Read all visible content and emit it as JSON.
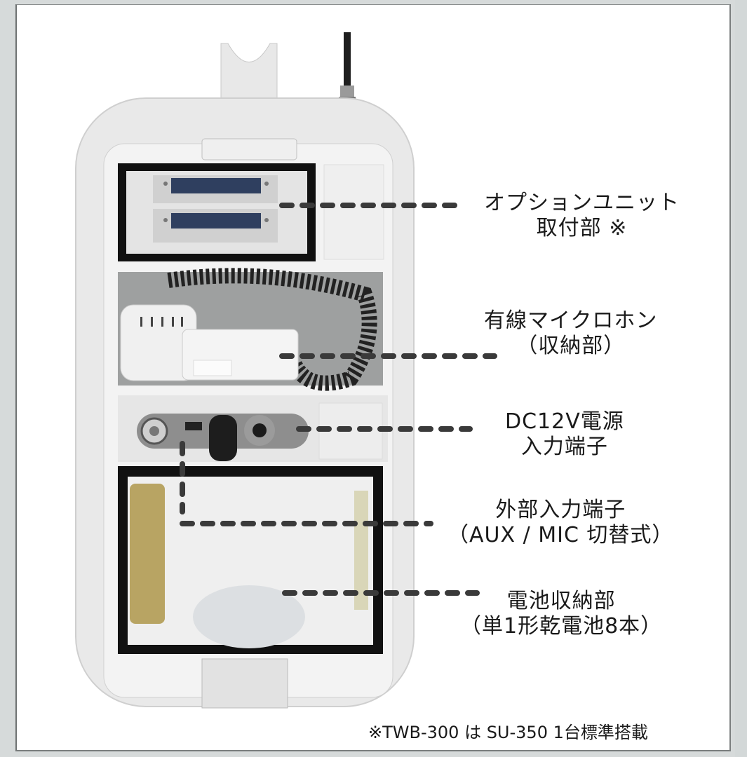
{
  "figure": {
    "title": "TWB-300 wireless amplifier rear compartment diagram",
    "background_color": "#d6dada",
    "panel_color": "#ffffff",
    "leader_line_color": "#3a3a3a"
  },
  "callouts": [
    {
      "id": "option-unit",
      "line1": "オプションユニット",
      "line2": "取付部 ※"
    },
    {
      "id": "wired-mic",
      "line1": "有線マイクロホン",
      "line2": "（収納部）"
    },
    {
      "id": "dc-input",
      "line1": "DC12V電源",
      "line2": "入力端子"
    },
    {
      "id": "ext-input",
      "line1": "外部入力端子",
      "line2": "（AUX / MIC 切替式）"
    },
    {
      "id": "battery",
      "line1": "電池収納部",
      "line2": "（単1形乾電池8本）"
    }
  ],
  "footnote": "※TWB-300 は SU-350 1台標準搭載"
}
